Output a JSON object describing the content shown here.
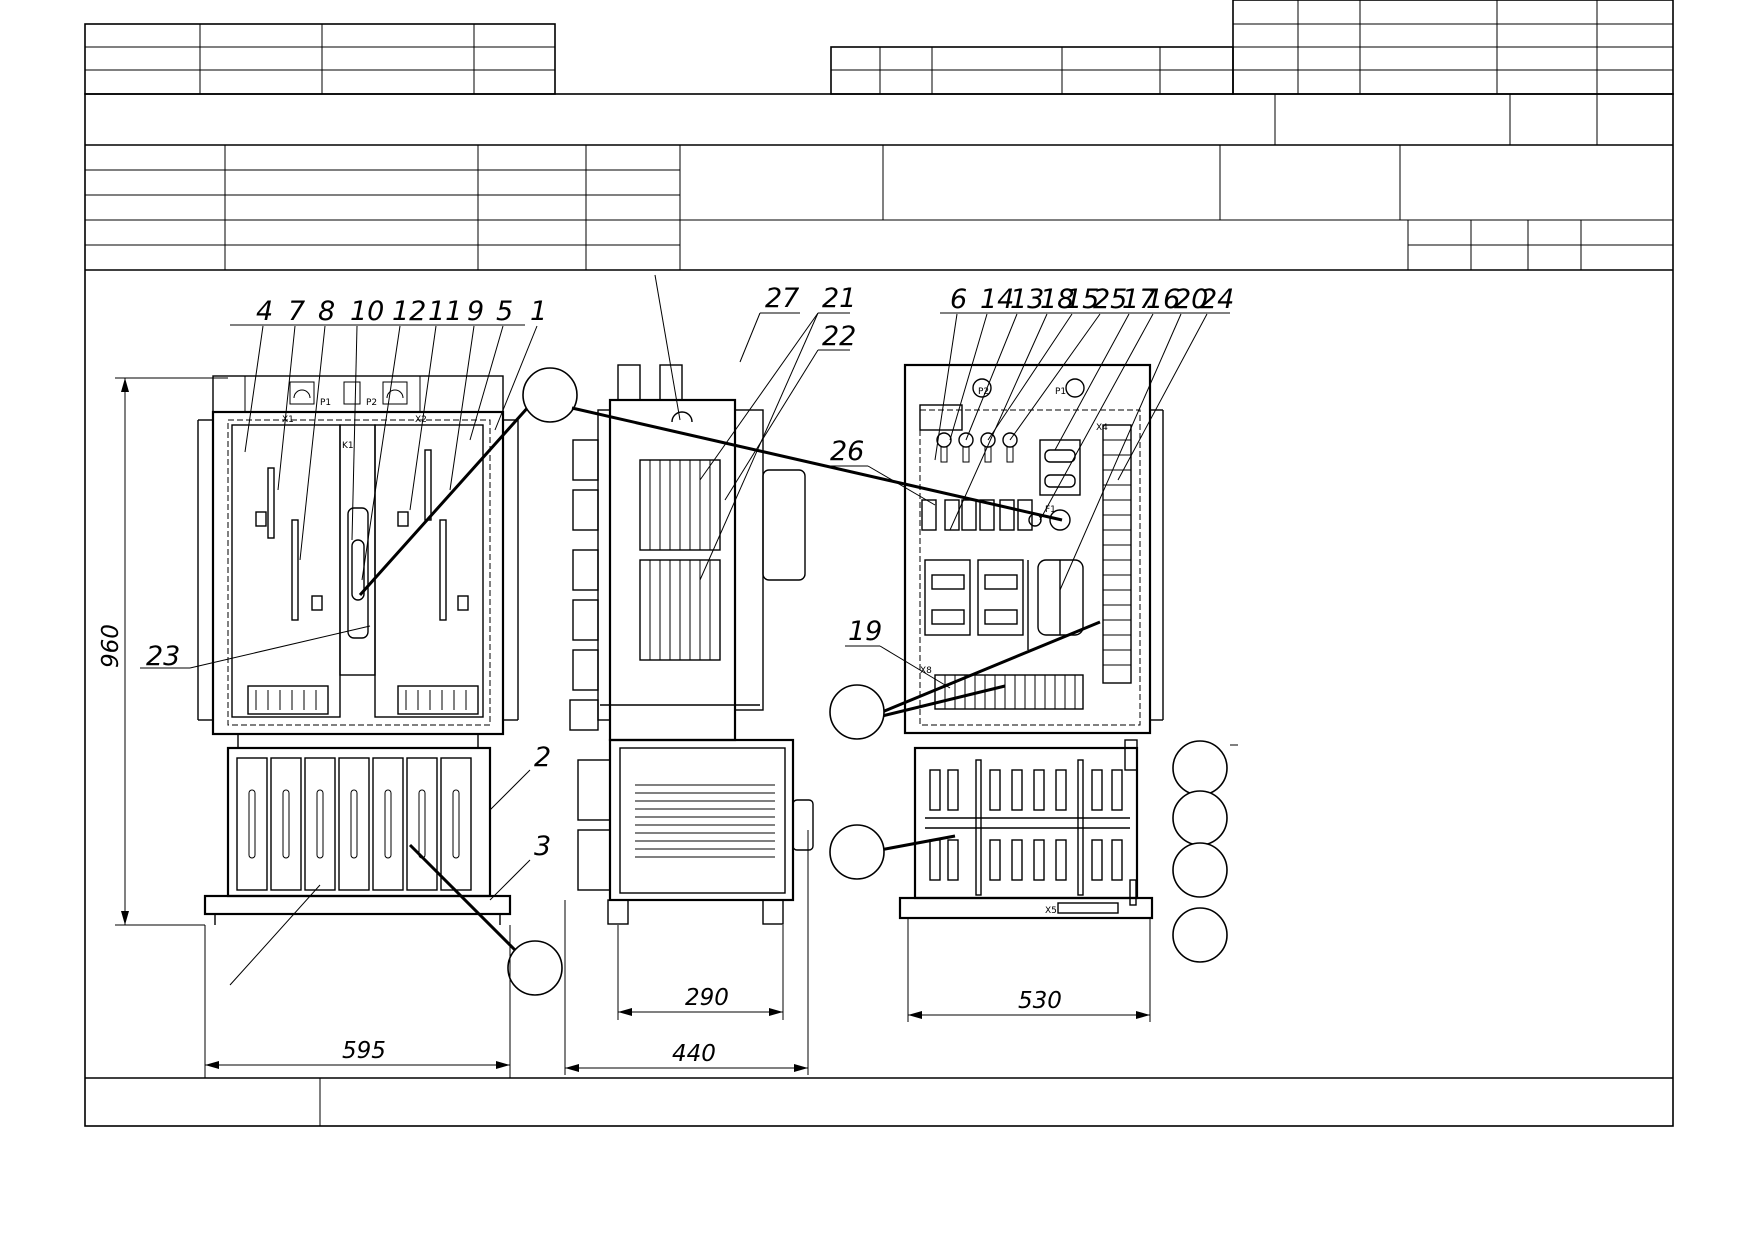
{
  "callouts": {
    "front": [
      "4",
      "7",
      "8",
      "10",
      "12",
      "11",
      "9",
      "5",
      "1",
      "23",
      "2",
      "3"
    ],
    "side": [
      "27",
      "21",
      "22",
      "26"
    ],
    "back": [
      "6",
      "14",
      "13",
      "18",
      "15",
      "25",
      "17",
      "16",
      "20",
      "24",
      "19"
    ]
  },
  "dimensions": {
    "height": "960",
    "front_width": "595",
    "side_inner": "290",
    "side_outer": "440",
    "back_width": "530"
  },
  "device_marks": {
    "front": [
      "P1",
      "P2",
      "X1",
      "X2",
      "K1"
    ],
    "back": [
      "P2",
      "P1",
      "F1",
      "X4",
      "X8",
      "X5"
    ]
  },
  "colors": {
    "ink": "#000000",
    "paper": "#ffffff"
  }
}
